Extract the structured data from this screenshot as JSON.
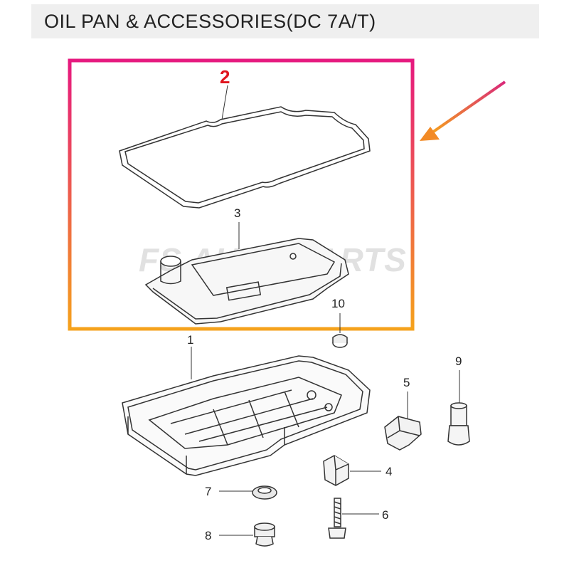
{
  "title": "OIL PAN & ACCESSORIES(DC 7A/T)",
  "watermark": "FS AUTO PARTS",
  "colors": {
    "highlight_top": "#e6197f",
    "highlight_bottom": "#f5a21c",
    "callout_number": "#e0151e",
    "arrow": "#f28a25",
    "line": "#333333"
  },
  "parts": [
    {
      "number": "2",
      "name": "gasket"
    },
    {
      "number": "3",
      "name": "filter"
    },
    {
      "number": "10",
      "name": "plug"
    },
    {
      "number": "1",
      "name": "oil-pan"
    },
    {
      "number": "5",
      "name": "clip"
    },
    {
      "number": "9",
      "name": "connector"
    },
    {
      "number": "4",
      "name": "bracket"
    },
    {
      "number": "7",
      "name": "seal-ring"
    },
    {
      "number": "6",
      "name": "bolt"
    },
    {
      "number": "8",
      "name": "drain-plug"
    }
  ]
}
